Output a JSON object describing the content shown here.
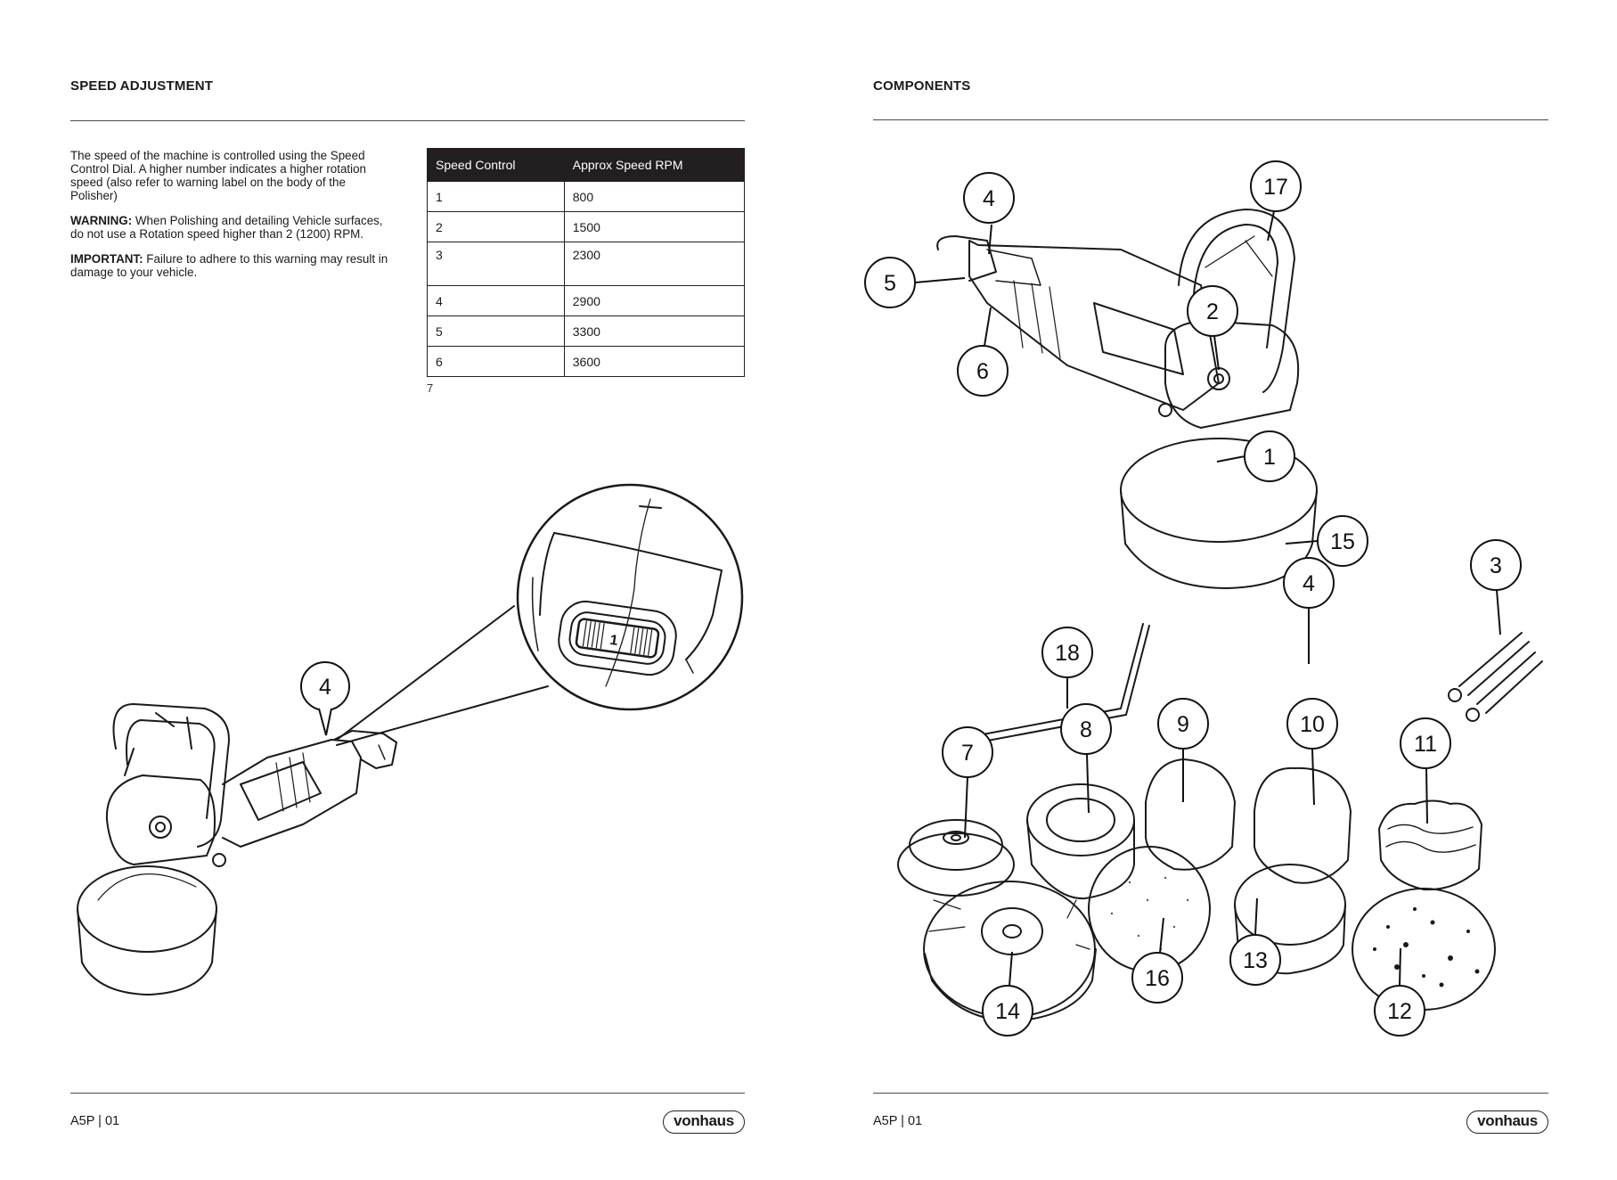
{
  "left": {
    "heading": "SPEED ADJUSTMENT",
    "paragraph1": "The speed of the machine is controlled using the Speed Control Dial. A higher number indicates a higher rotation speed (also refer to warning label on the body of the Polisher)",
    "warning_label": "WARNING:",
    "warning_text": " When Polishing and detailing Vehicle surfaces, do not use a Rotation speed higher than 2 (1200) RPM.",
    "important_label": "IMPORTANT:",
    "important_text": " Failure to adhere to this warning may result in damage to your vehicle.",
    "table": {
      "headers": [
        "Speed Control",
        "Approx Speed RPM"
      ],
      "rows": [
        [
          "1",
          "800"
        ],
        [
          "2",
          "1500"
        ],
        [
          "3",
          "2300"
        ],
        [
          "4",
          "2900"
        ],
        [
          "5",
          "3300"
        ],
        [
          "6",
          "3600"
        ]
      ],
      "overflow": "7"
    },
    "diagram": {
      "callout": "4",
      "dial_number": "1"
    },
    "footer_code": "A5P | 01",
    "logo": "vonhaus"
  },
  "right": {
    "heading": "COMPONENTS",
    "callouts": [
      "4",
      "17",
      "5",
      "2",
      "6",
      "1",
      "15",
      "3",
      "4",
      "18",
      "8",
      "9",
      "10",
      "7",
      "11",
      "13",
      "16",
      "14",
      "12"
    ],
    "footer_code": "A5P | 01",
    "logo": "vonhaus"
  }
}
